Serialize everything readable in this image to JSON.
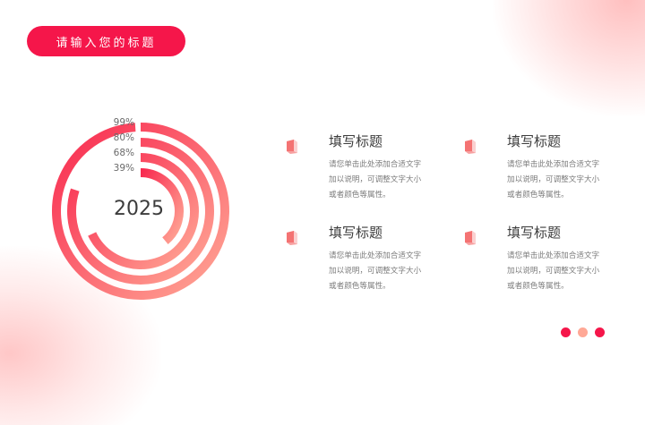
{
  "header": {
    "title": "请输入您的标题"
  },
  "chart_data": {
    "type": "radial-bar",
    "title": "",
    "center_label": "2025",
    "categories": [
      "99%",
      "80%",
      "68%",
      "39%"
    ],
    "values": [
      99,
      80,
      68,
      39
    ],
    "unit": "%",
    "max": 100,
    "colors": {
      "start": "#f8294f",
      "end": "#ffa896"
    }
  },
  "chart": {
    "center_label": "2025",
    "labels": [
      "99%",
      "80%",
      "68%",
      "39%"
    ]
  },
  "cards": [
    {
      "title": "填写标题",
      "lines": [
        "请您单击此处添加合适文字",
        "加以说明，可调整文字大小",
        "或者颜色等属性。"
      ],
      "icon": "book-icon"
    },
    {
      "title": "填写标题",
      "lines": [
        "请您单击此处添加合适文字",
        "加以说明，可调整文字大小",
        "或者颜色等属性。"
      ],
      "icon": "book-icon"
    },
    {
      "title": "填写标题",
      "lines": [
        "请您单击此处添加合适文字",
        "加以说明，可调整文字大小",
        "或者颜色等属性。"
      ],
      "icon": "book-icon"
    },
    {
      "title": "填写标题",
      "lines": [
        "请您单击此处添加合适文字",
        "加以说明，可调整文字大小",
        "或者颜色等属性。"
      ],
      "icon": "book-icon"
    }
  ],
  "pager": {
    "dot_colors": [
      "#f5164a",
      "#ffa896",
      "#f5164a"
    ]
  },
  "colors": {
    "accent": "#f5164a",
    "accent_light": "#ffa896"
  }
}
